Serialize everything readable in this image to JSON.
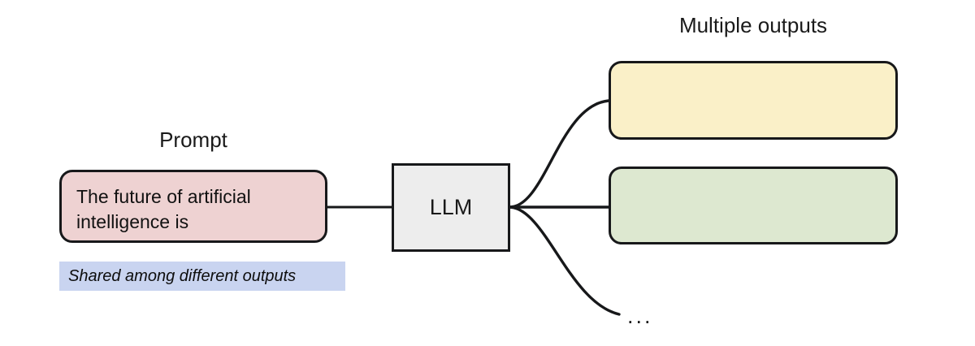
{
  "figure": {
    "background_color": "#ffffff",
    "stroke_color": "#17181a"
  },
  "prompt": {
    "title": "Prompt",
    "text": "The future of artificial\nintelligence is",
    "fill_color": "#eed2d2",
    "note": "Shared among different outputs",
    "note_fill_color": "#c9d4f0"
  },
  "model": {
    "label": "LLM",
    "fill_color": "#ededed"
  },
  "outputs": {
    "title": "Multiple outputs",
    "more_indicator": "...",
    "items": [
      {
        "text": "",
        "fill_color": "#faf0c8"
      },
      {
        "text": "",
        "fill_color": "#dde8d0"
      }
    ]
  }
}
